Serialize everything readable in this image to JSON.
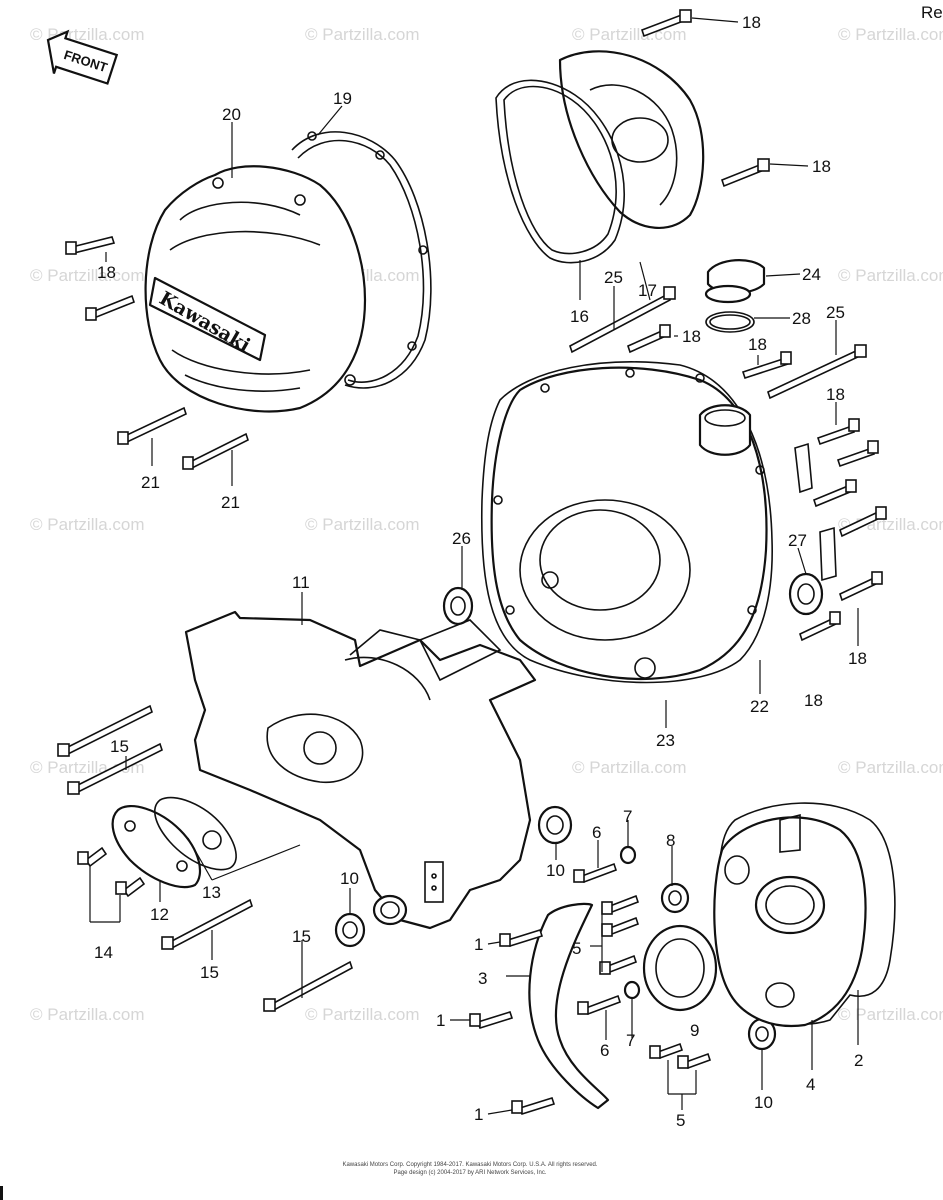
{
  "header": {
    "corner_text": "Re"
  },
  "front_arrow": {
    "label": "FRONT"
  },
  "logo": {
    "text": "Kawasaki"
  },
  "watermark": {
    "text": "© Partzilla.com"
  },
  "copyright": {
    "line1": "Kawasaki Motors Corp. Copyright 1984-2017. Kawasaki Motors Corp. U.S.A. All rights reserved.",
    "line2": "Page design (c) 2004-2017 by ARI Network Services, Inc."
  },
  "callouts": {
    "c18a": "18",
    "c18b": "18",
    "c18c": "18",
    "c18d": "18",
    "c18e": "18",
    "c18f": "18",
    "c18g": "18",
    "c18h": "18",
    "c19": "19",
    "c20": "20",
    "c21a": "21",
    "c21b": "21",
    "c16": "16",
    "c25a": "25",
    "c17": "17",
    "c24": "24",
    "c28": "28",
    "c25b": "25",
    "c26": "26",
    "c27": "27",
    "c22": "22",
    "c23": "23",
    "c11": "11",
    "c15a": "15",
    "c15b": "15",
    "c15c": "15",
    "c12": "12",
    "c13": "13",
    "c14": "14",
    "c10a": "10",
    "c10b": "10",
    "c10c": "10",
    "c6a": "6",
    "c6b": "6",
    "c7a": "7",
    "c7b": "7",
    "c8": "8",
    "c9": "9",
    "c1a": "1",
    "c1b": "1",
    "c1c": "1",
    "c3": "3",
    "c5a": "5",
    "c5b": "5",
    "c2": "2",
    "c4": "4"
  }
}
